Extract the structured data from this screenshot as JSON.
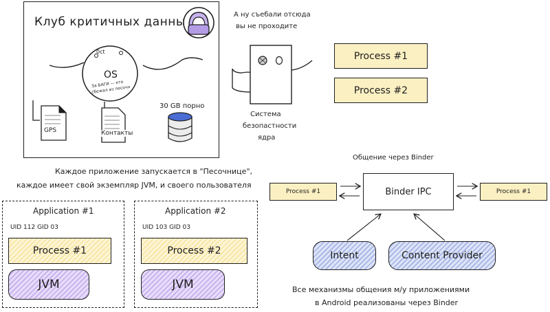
{
  "club": {
    "title": "Клуб критичных данных",
    "os_label": "OS",
    "os_top": "0ct",
    "os_note_line1": "За БАГИ — кто",
    "os_note_line2": "сбежал из песочн",
    "gps": "GPS",
    "contacts": "Контакты",
    "storage": "30 GB порно"
  },
  "guard": {
    "quote_line1": "А ну съебали отсюда",
    "quote_line2": "вы не проходите",
    "caption_line1": "Система",
    "caption_line2": "безопастности",
    "caption_line3": "ядра"
  },
  "top_processes": [
    "Process #1",
    "Process #2"
  ],
  "sandbox": {
    "caption_line1": "Каждое приложение запускается в \"Песочнице\",",
    "caption_line2": "каждое имеет свой экземпляр JVM, и своего пользователя",
    "apps": [
      {
        "title": "Application #1",
        "ids": "UID 112  GID 03",
        "process": "Process #1",
        "jvm": "JVM"
      },
      {
        "title": "Application #2",
        "ids": "UID 103  GID 03",
        "process": "Process #2",
        "jvm": "JVM"
      }
    ]
  },
  "binder": {
    "title": "Общение через Binder",
    "center": "Binder IPC",
    "left_process": "Process #1",
    "right_process": "Process #1",
    "intent": "Intent",
    "content_provider": "Content Provider",
    "summary_line1": "Все механизмы общения м/у приложениями",
    "summary_line2": "в Android реализованы через Binder"
  }
}
